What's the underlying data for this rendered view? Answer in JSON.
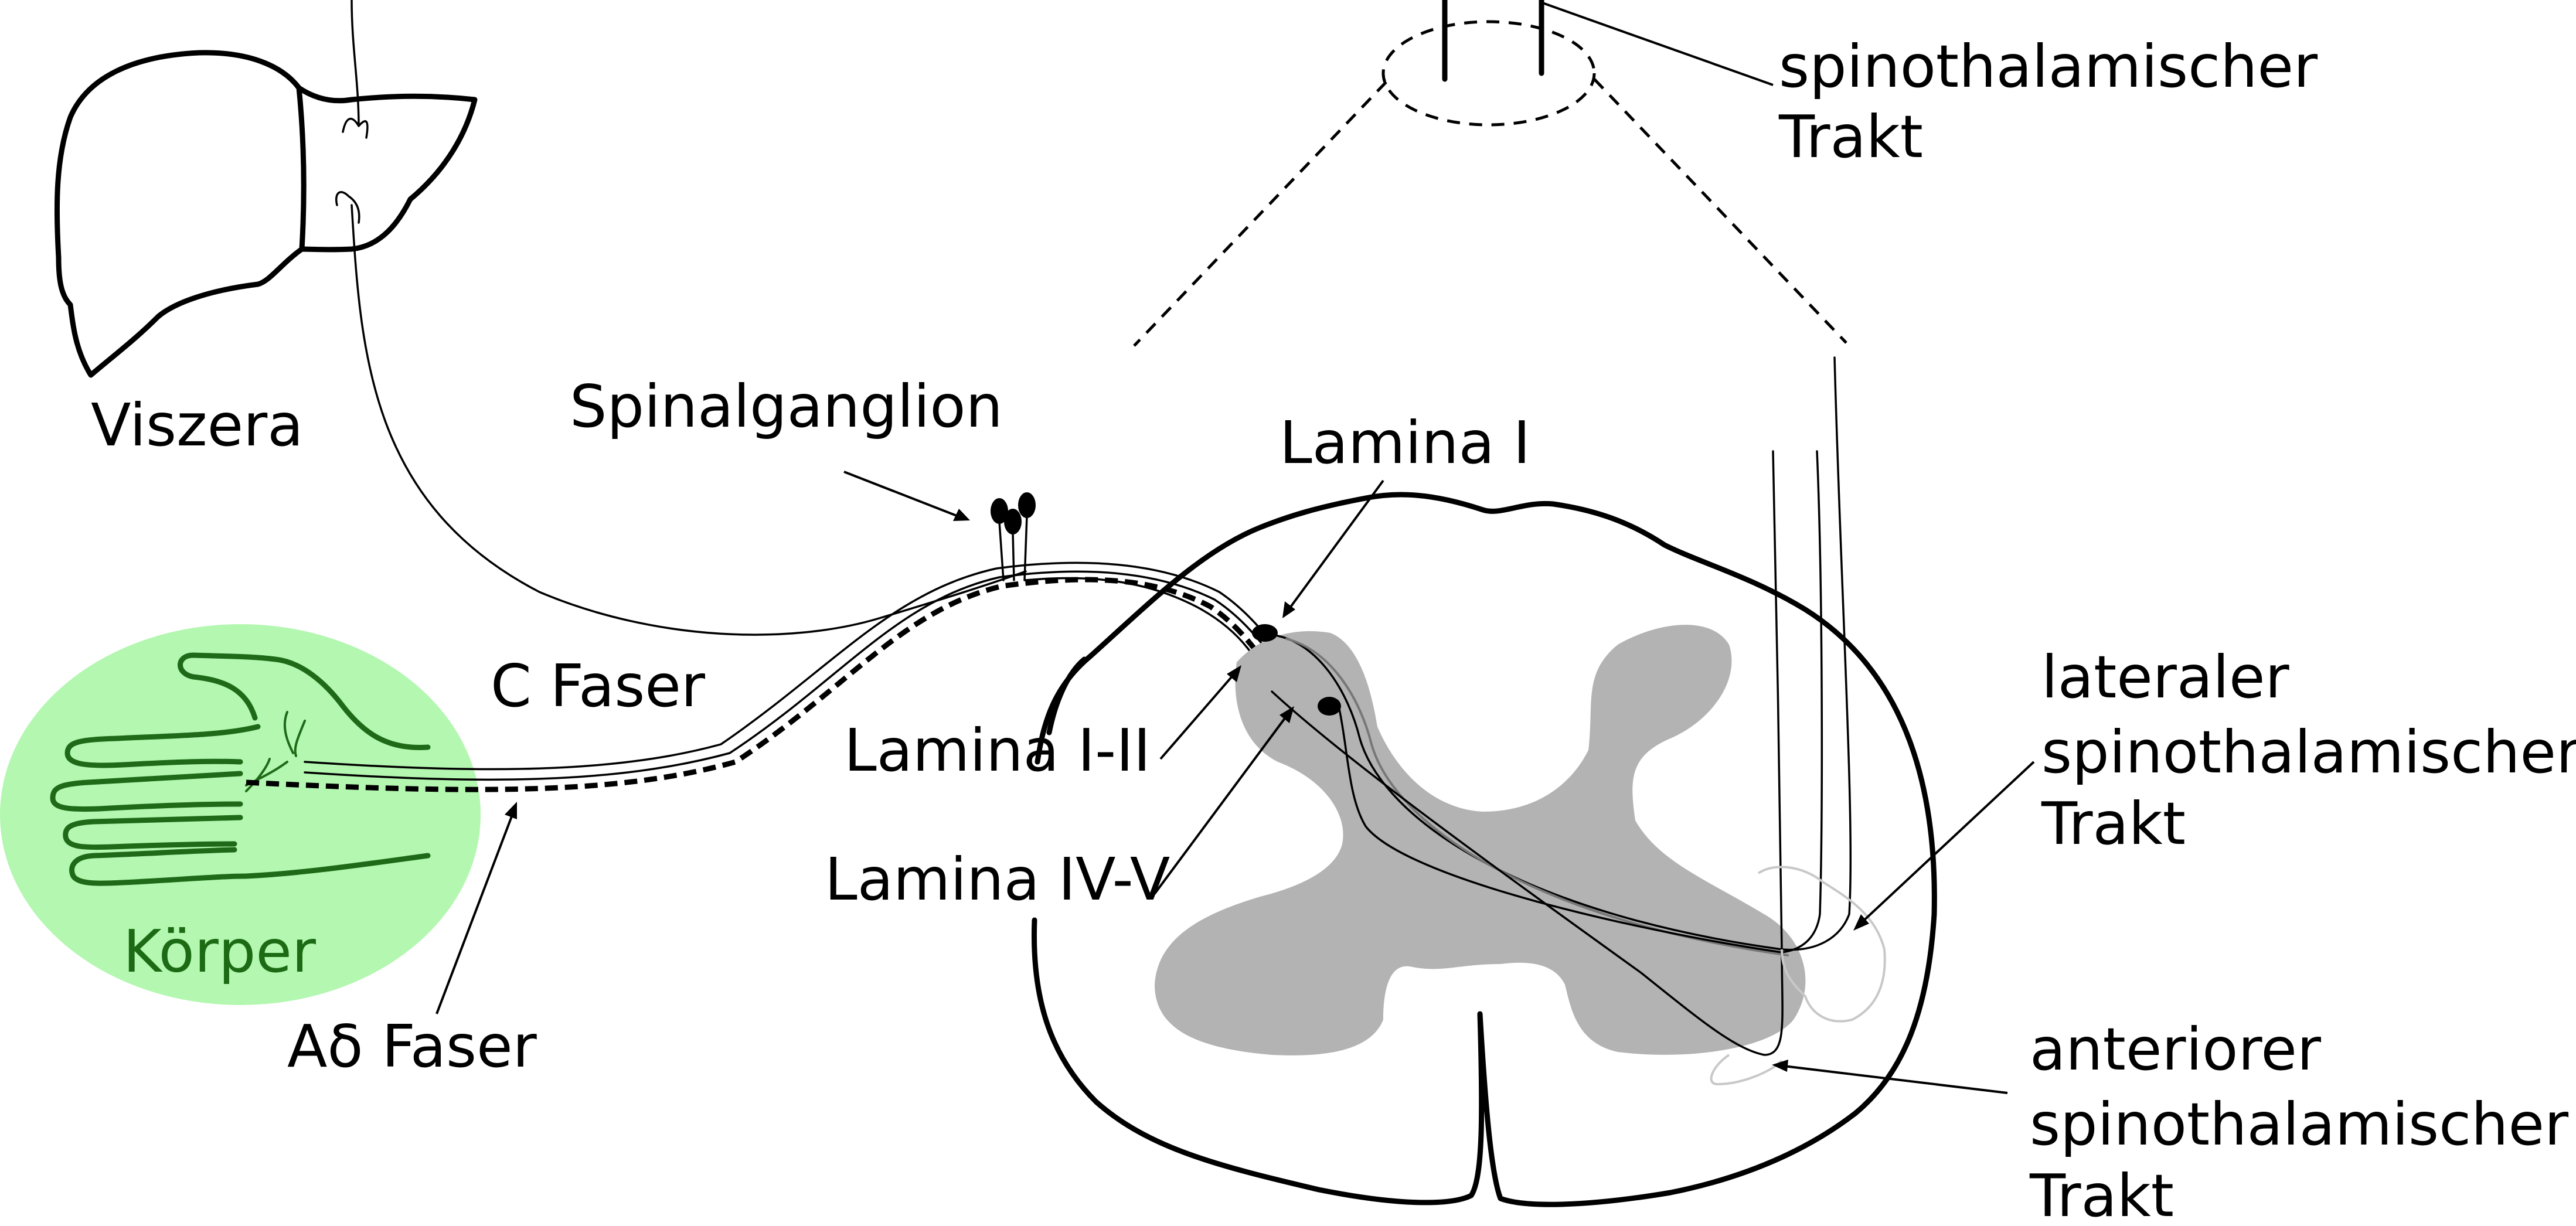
{
  "labels": {
    "viszera": "Viszera",
    "spinalganglion": "Spinalganglion",
    "lamina_i": "Lamina I",
    "c_faser": "C Faser",
    "lamina_i_ii": "Lamina I-II",
    "lamina_iv_v": "Lamina IV-V",
    "koerper": "Körper",
    "ad_faser": "Aδ Faser",
    "spinothalamic_top_1": "spinothalamischer",
    "spinothalamic_top_2": "Trakt",
    "lateral_1": "lateraler",
    "lateral_2": "spinothalamischer",
    "lateral_3": "Trakt",
    "anterior_1": "anteriorer",
    "anterior_2": "spinothalamischer",
    "anterior_3": "Trakt"
  },
  "colors": {
    "body_region": "#b3f7b0",
    "body_label": "#1c6b14",
    "hand_outline": "#1e6a18",
    "grey_matter": "#b3b3b3",
    "outline": "#000000"
  }
}
